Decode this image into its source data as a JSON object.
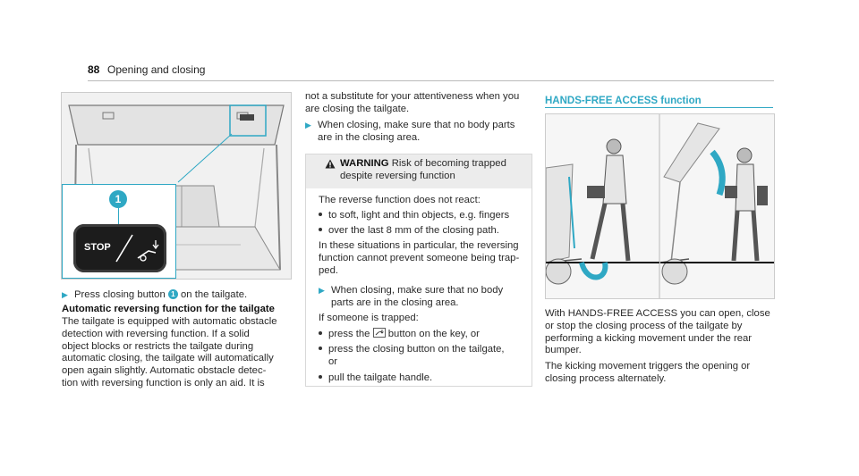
{
  "header": {
    "page_number": "88",
    "section_title": "Opening and closing"
  },
  "figure1": {
    "callout": "1",
    "stop_label": "STOP"
  },
  "col1": {
    "step": {
      "prefix": "Press closing button",
      "badge": "1",
      "suffix": "on the tailgate."
    },
    "heading": "Automatic reversing function for the tailgate",
    "lines": [
      "The tailgate is equipped with automatic obstacle",
      "detection with reversing function. If a solid",
      "object blocks or restricts the tailgate during",
      "automatic closing, the tailgate will automatically",
      "open again slightly. Automatic obstacle detec-",
      "tion with reversing function is only an aid. It is"
    ]
  },
  "col2": {
    "intro_lines": [
      "not a substitute for your attentiveness when you",
      "are closing the tailgate."
    ],
    "step_lines": [
      "When closing, make sure that no body parts",
      "are in the closing area."
    ],
    "warning": {
      "label": "WARNING",
      "title_line1": "Risk of becoming trapped",
      "title_line2": "despite reversing function",
      "p1": "The reverse function does not react:",
      "bullets1": [
        "to soft, light and thin objects, e.g. fingers",
        "over the last 8 mm of the closing path."
      ],
      "p2_lines": [
        "In these situations in particular, the reversing",
        "function cannot prevent someone being trap-",
        "ped."
      ],
      "step_lines": [
        "When closing, make sure that no body",
        "parts are in the closing area."
      ],
      "p3": "If someone is trapped:",
      "bullet_press_prefix": "press the",
      "bullet_press_suffix": "button on the key, or",
      "bullet_closing_lines": [
        "press the closing button on the tailgate,",
        "or"
      ],
      "bullet_pull": "pull the tailgate handle."
    }
  },
  "col3": {
    "heading": "HANDS-FREE ACCESS function",
    "lines": [
      "With HANDS-FREE ACCESS you can open, close",
      "or stop the closing process of the tailgate by",
      "performing a kicking movement under the rear",
      "bumper.",
      "The kicking movement triggers the opening or",
      "closing process alternately."
    ]
  },
  "colors": {
    "accent": "#2fa8c4"
  }
}
